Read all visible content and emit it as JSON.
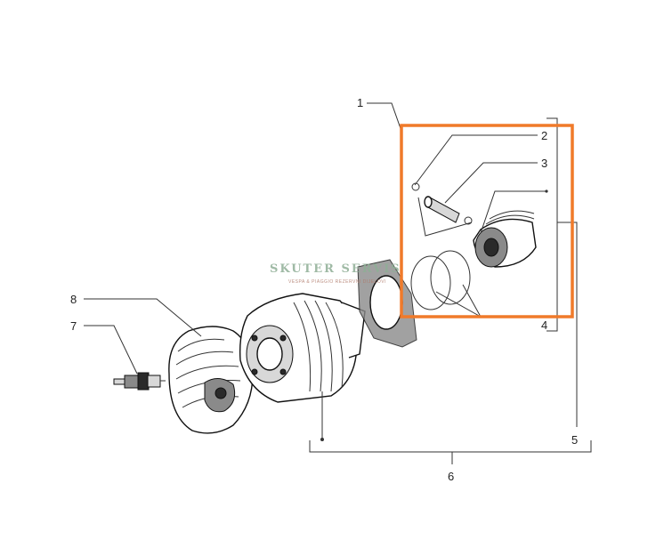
{
  "diagram": {
    "callouts": [
      {
        "id": "1",
        "label": "1"
      },
      {
        "id": "2",
        "label": "2"
      },
      {
        "id": "3",
        "label": "3"
      },
      {
        "id": "4",
        "label": "4"
      },
      {
        "id": "5",
        "label": "5"
      },
      {
        "id": "6",
        "label": "6"
      },
      {
        "id": "7",
        "label": "7"
      },
      {
        "id": "8",
        "label": "8"
      }
    ],
    "watermark": {
      "title": "SKUTER SERVIS",
      "subtitle": "VESPA & PIAGGIO REZERVNI DIJELOVI"
    },
    "highlight_color": "#f07a2a"
  }
}
